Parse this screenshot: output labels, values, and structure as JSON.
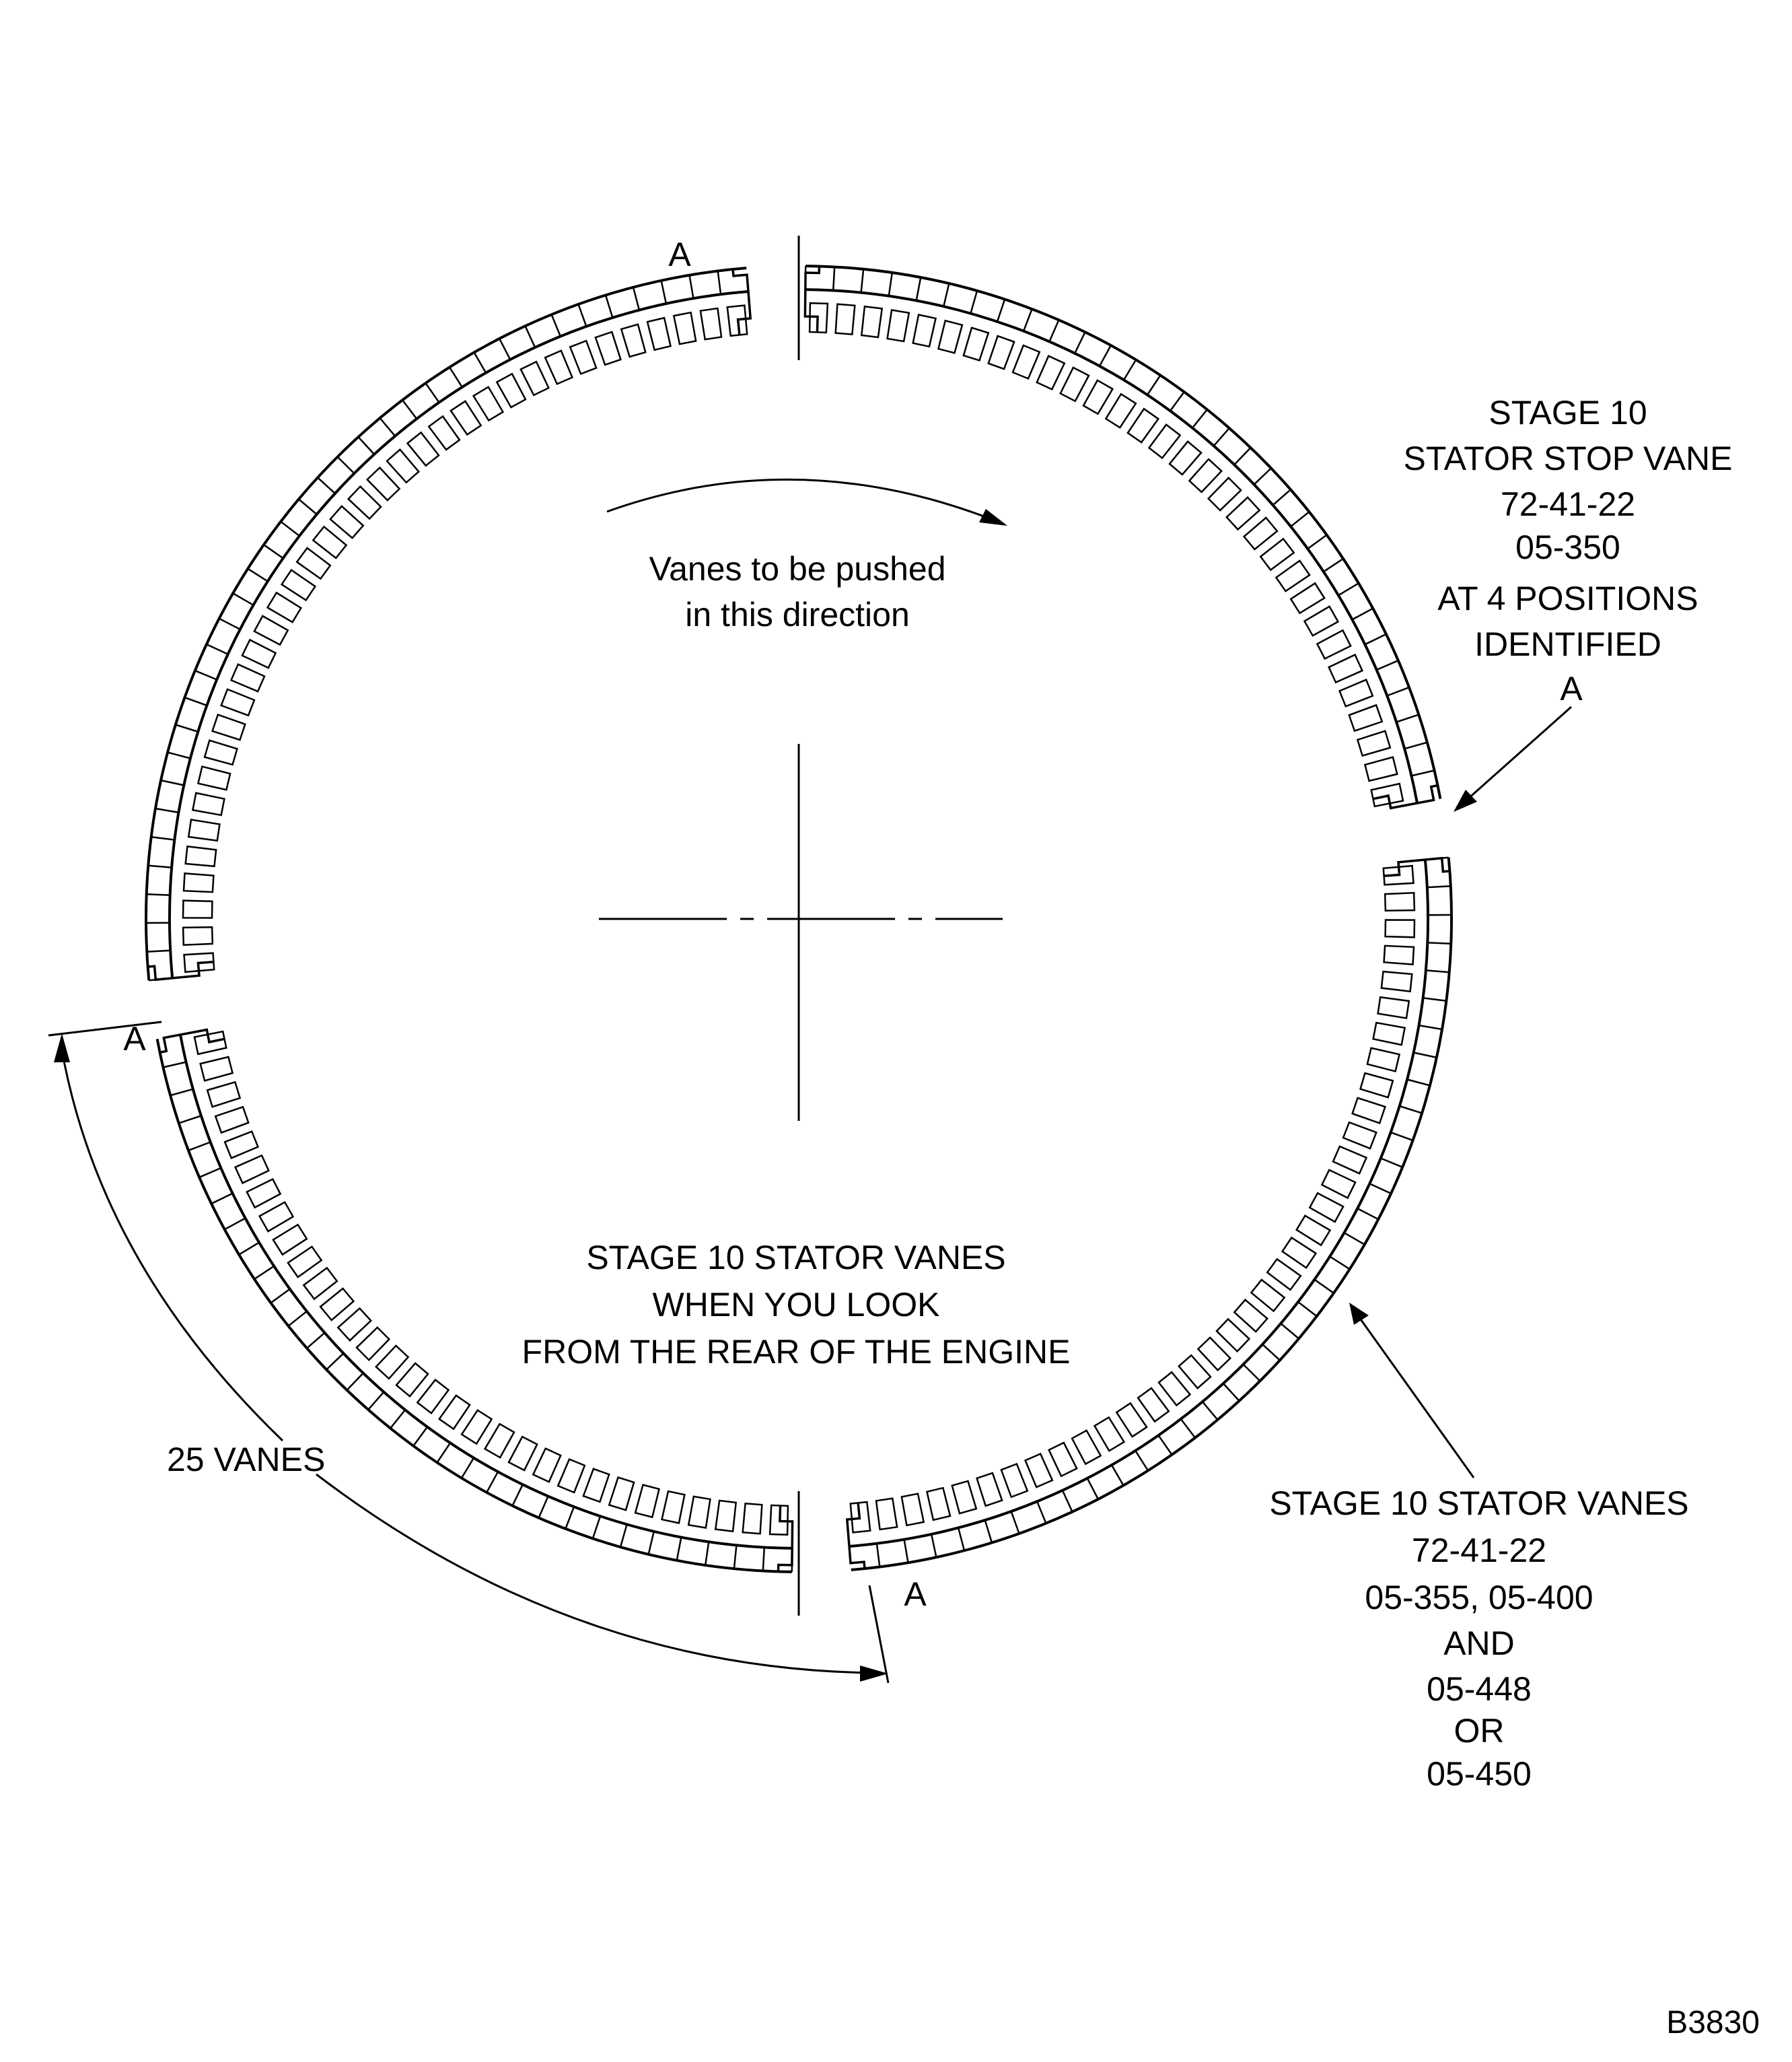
{
  "diagram": {
    "stop_vane_label": {
      "line1": "STAGE 10",
      "line2": "STATOR STOP VANE",
      "line3": "72-41-22",
      "line4": "05-350",
      "line5": "AT 4 POSITIONS",
      "line6": "IDENTIFIED",
      "line7": "A"
    },
    "direction_note": {
      "line1": "Vanes to be pushed",
      "line2": "in this direction"
    },
    "center_caption": {
      "line1": "STAGE 10 STATOR VANES",
      "line2": "WHEN YOU LOOK",
      "line3": "FROM THE REAR OF THE ENGINE"
    },
    "count_label": "25 VANES",
    "vanes_label": {
      "line1": "STAGE 10 STATOR VANES",
      "line2": "72-41-22",
      "line3": "05-355, 05-400",
      "line4": "AND",
      "line5": "05-448",
      "line6": "OR",
      "line7": "05-450"
    },
    "position_marks": {
      "top": "A",
      "left": "A",
      "bottom": "A"
    },
    "figure_id": "B3830",
    "vane_count_per_segment": 25,
    "stop_positions": 4
  }
}
